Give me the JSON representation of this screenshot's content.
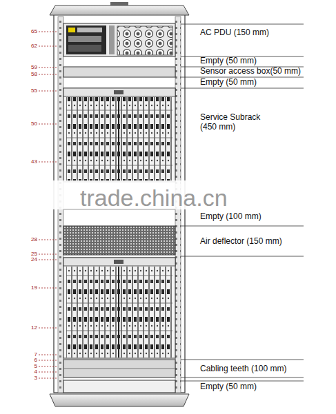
{
  "diagram": {
    "labels": [
      "AC PDU (150 mm)",
      "Empty (50 mm)",
      "Sensor access box(50 mm)",
      "Empty (50 mm)",
      "Service Subrack (450 mm)",
      "Empty (100 mm)",
      "Air deflector (150 mm)",
      "Cabling teeth (100 mm)",
      "Empty (50 mm)",
      "65",
      "62",
      "59",
      "58",
      "55",
      "50",
      "43",
      "28",
      "25",
      "24",
      "19",
      "12",
      "7",
      "6",
      "5",
      "4",
      "3",
      "trade.china.cn"
    ]
  }
}
